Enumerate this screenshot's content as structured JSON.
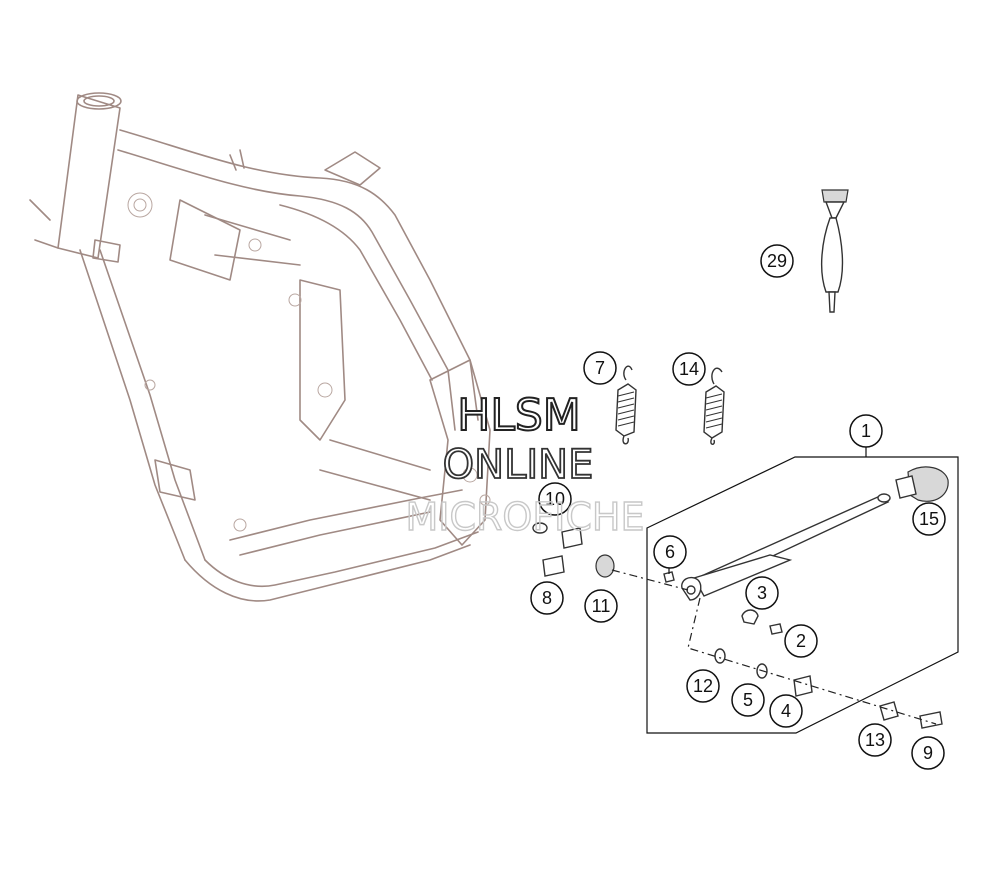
{
  "watermark": {
    "line1": "HLSM",
    "line2": "ONLINE",
    "line3": "MICROFICHE"
  },
  "callouts": {
    "c1": "1",
    "c2": "2",
    "c3": "3",
    "c4": "4",
    "c5": "5",
    "c6": "6",
    "c7": "7",
    "c8": "8",
    "c9": "9",
    "c10": "10",
    "c11": "11",
    "c12": "12",
    "c13": "13",
    "c14": "14",
    "c15": "15",
    "c29": "29"
  },
  "colors": {
    "frame": "#a08a84",
    "ink": "#111111"
  }
}
